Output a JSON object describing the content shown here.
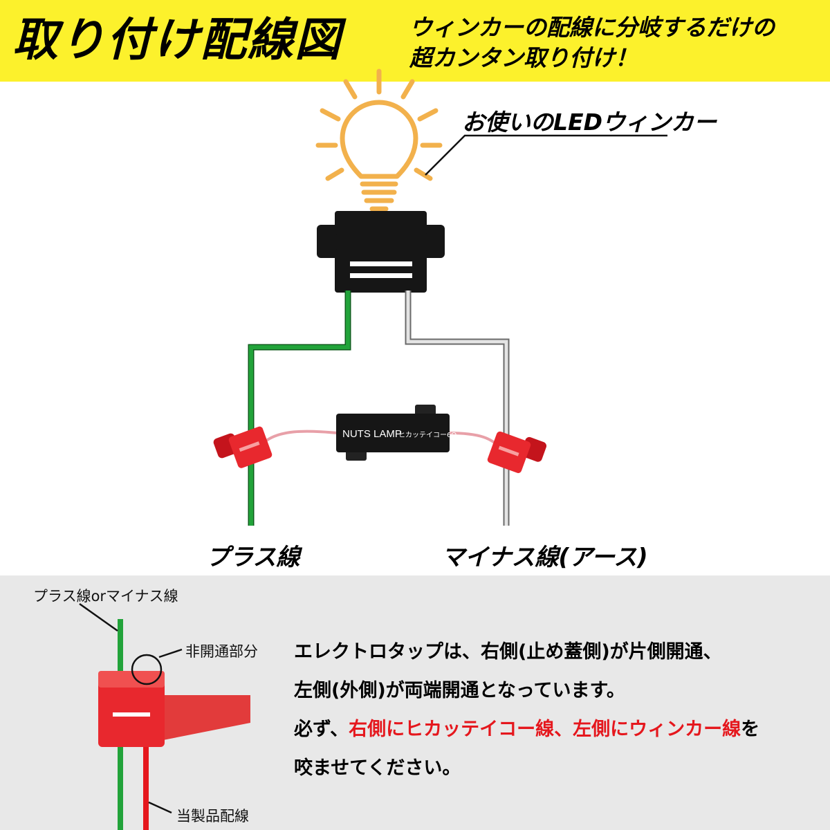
{
  "header": {
    "title": "取り付け配線図",
    "subtitle_line1": "ウィンカーの配線に分岐するだけの",
    "subtitle_line2": "超カンタン取り付け！",
    "background_color": "#fcf12c"
  },
  "diagram": {
    "led_label": "お使いのLEDウィンカー",
    "resistor_brand": "NUTS LAMP",
    "resistor_model": "ヒカッテイコー6Ω",
    "plus_wire_label": "プラス線",
    "minus_wire_label": "マイナス線(アース)",
    "colors": {
      "bulb": "#f2b14c",
      "plus_wire": "#22a33a",
      "minus_wire": "#c8c8c8",
      "resistor": "#161616",
      "connector": "#e8282e",
      "lead_wire": "#e8a0a8"
    }
  },
  "detail": {
    "wire_label": "プラス線orマイナス線",
    "nonconduct_label": "非開通部分",
    "product_label": "当製品配線",
    "desc_line1": "エレクトロタップは、右側(止め蓋側)が片側開通、",
    "desc_line2": "左側(外側)が両端開通となっています。",
    "desc_line3_prefix": "必ず、",
    "desc_line3_red": "右側にヒカッテイコー線、左側にウィンカー線",
    "desc_line3_suffix": "を",
    "desc_line4": "咬ませてください。",
    "panel_color": "#e8e8e8",
    "highlight_color": "#e5171d"
  }
}
